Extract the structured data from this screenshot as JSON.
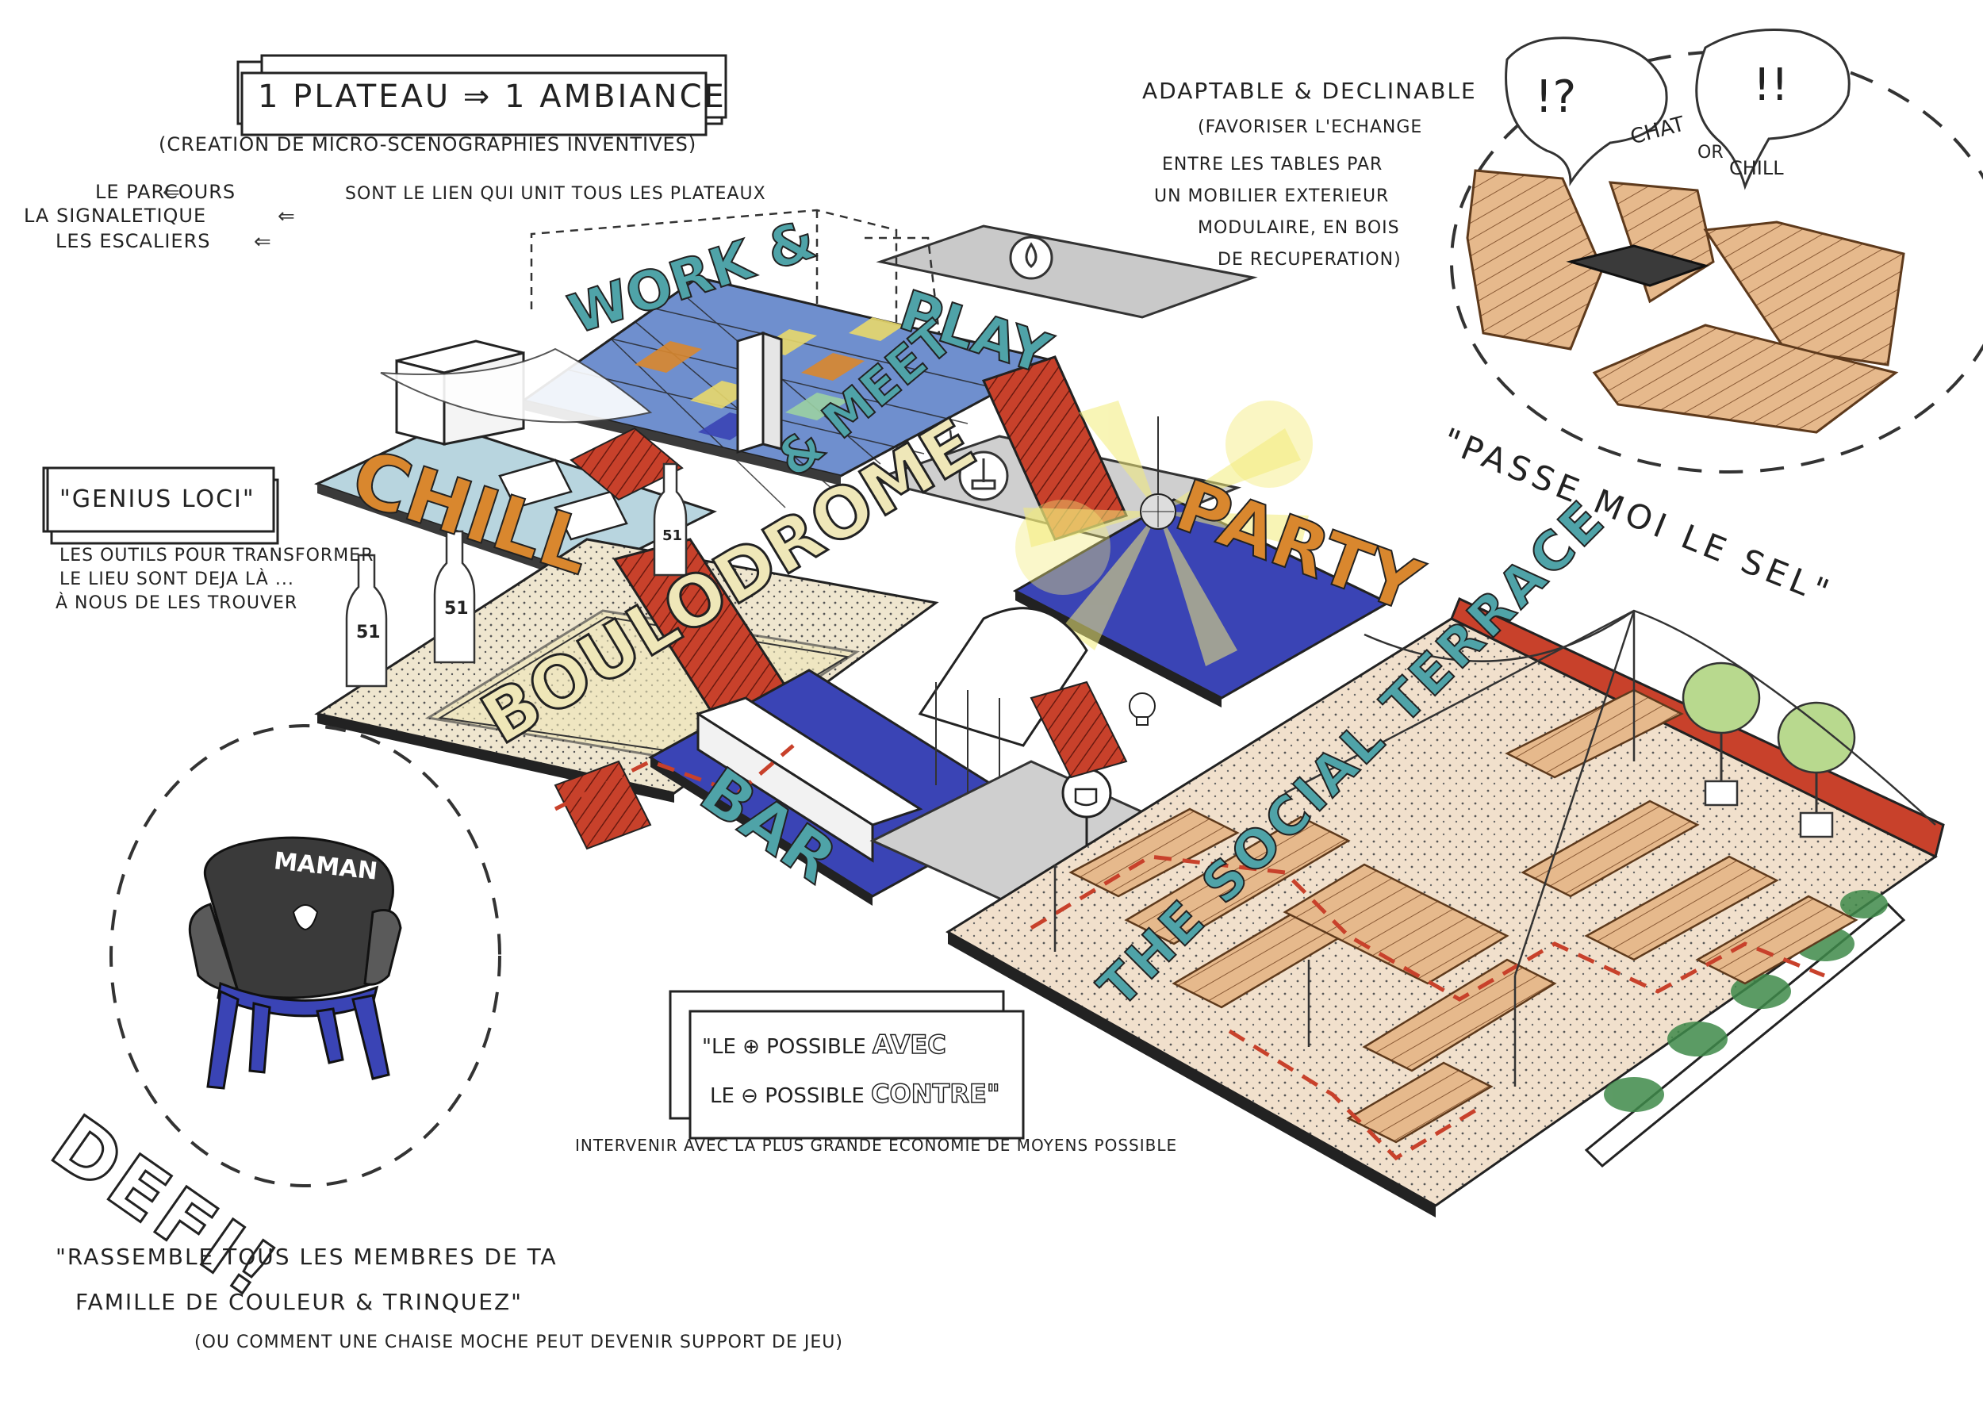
{
  "title": {
    "main": "1 PLATEAU ⇒ 1 AMBIANCE",
    "sub": "(CREATION DE MICRO-SCENOGRAPHIES INVENTIVES)"
  },
  "links": {
    "items": [
      "LE PARCOURS",
      "LA SIGNALETIQUE",
      "LES ESCALIERS"
    ],
    "caption": "SONT LE LIEN QUI UNIT TOUS LES PLATEAUX"
  },
  "adaptable": {
    "heading": "ADAPTABLE & DECLINABLE",
    "lines": [
      "(FAVORISER L'ECHANGE",
      "ENTRE LES TABLES PAR",
      "UN MOBILIER EXTERIEUR",
      "MODULAIRE, EN BOIS",
      "DE RECUPERATION)"
    ]
  },
  "bubble": {
    "speech_left": "!?",
    "speech_right": "!!",
    "chat": "CHAT",
    "or": "OR",
    "chill": "CHILL",
    "caption": "\"PASSE MOI LE SEL\""
  },
  "genius": {
    "heading": "\"GENIUS LOCI\"",
    "lines": [
      "LES OUTILS POUR TRANSFORMER",
      "LE LIEU SONT DEJA LÀ ...",
      "À NOUS DE LES TROUVER"
    ]
  },
  "zones": {
    "work": "WORK &",
    "play": "PLAY",
    "meet": "& MEET",
    "chill": "CHILL",
    "party": "PARTY",
    "boulodrome": "BOULODROME",
    "bar": "BAR",
    "terrace": "THE SOCIAL TERRACE",
    "bottle_label": "51"
  },
  "chair": {
    "label": "MAMAN"
  },
  "defi": {
    "title": "DEFI!",
    "line1": "\"RASSEMBLE TOUS LES MEMBRES DE TA",
    "line2": "FAMILLE DE COULEUR & TRINQUEZ\"",
    "line3": "(OU COMMENT UNE CHAISE MOCHE PEUT DEVENIR SUPPORT DE JEU)"
  },
  "motto": {
    "line1_pre": "\"LE ⊕ POSSIBLE",
    "line1_word": "AVEC",
    "line2_pre": "LE ⊖ POSSIBLE",
    "line2_word": "CONTRE\"",
    "caption": "INTERVENIR AVEC LA PLUS GRANDE ECONOMIE DE MOYENS POSSIBLE"
  },
  "colors": {
    "blue": "#3a44b5",
    "teal": "#4fa3a8",
    "orange": "#d9872e",
    "red": "#c8412b",
    "sand": "#efe6cf",
    "terrace": "#f1e0cc",
    "wood": "#e6b98c",
    "grey": "#cfcfcf"
  }
}
